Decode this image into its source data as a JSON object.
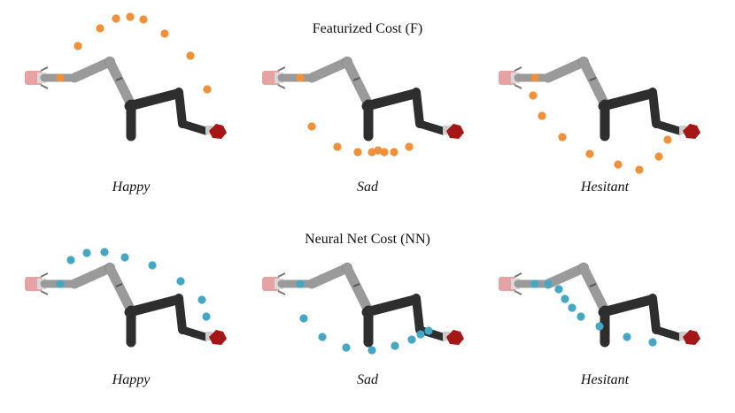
{
  "rows": [
    {
      "title": "Featurized Cost (F)",
      "dot_color": "#F0913A",
      "panels": [
        {
          "caption": "Happy"
        },
        {
          "caption": "Sad"
        },
        {
          "caption": "Hesitant"
        }
      ]
    },
    {
      "title": "Neural Net Cost (NN)",
      "dot_color": "#45A7C4",
      "panels": [
        {
          "caption": "Happy"
        },
        {
          "caption": "Sad"
        },
        {
          "caption": "Hesitant"
        }
      ]
    }
  ],
  "colors": {
    "robot_link_light": "#9A9A9A",
    "robot_link_dark": "#2E2E2E",
    "gripper": "#E6A3A3",
    "goal_object": "#A51616"
  }
}
